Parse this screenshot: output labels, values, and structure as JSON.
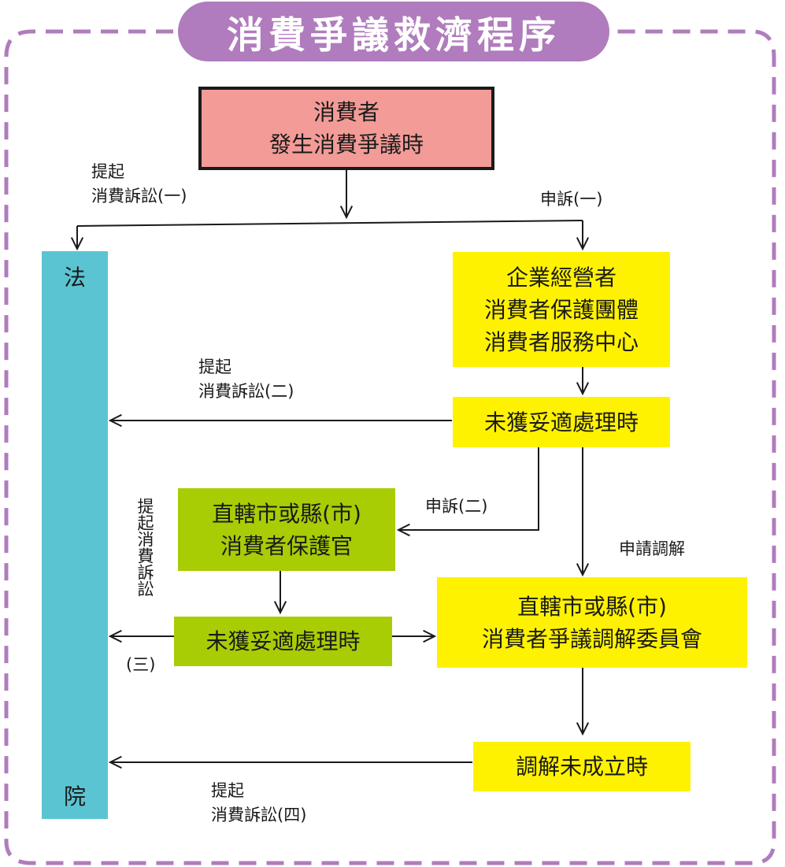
{
  "title": "消費爭議救濟程序",
  "colors": {
    "border_dash": "#b07cbd",
    "title_pill": "#b07cbd",
    "start_box": "#f29b97",
    "yellow_box": "#fff200",
    "green_box": "#a8cd05",
    "court": "#5bc4d2",
    "line": "#1a1a1a"
  },
  "start": {
    "line1": "消費者",
    "line2": "發生消費爭議時"
  },
  "court": {
    "top": "法",
    "bottom": "院"
  },
  "org_box": {
    "line1": "企業經營者",
    "line2": "消費者保護團體",
    "line3": "消費者服務中心"
  },
  "unresolved_1": "未獲妥適處理時",
  "officer_box": {
    "line1": "直轄市或縣(市)",
    "line2": "消費者保護官"
  },
  "unresolved_2": "未獲妥適處理時",
  "mediation_box": {
    "line1": "直轄市或縣(市)",
    "line2": "消費者爭議調解委員會"
  },
  "mediation_failed": "調解未成立時",
  "labels": {
    "lawsuit1": {
      "line1": "提起",
      "line2": "消費訴訟(一)"
    },
    "complaint1": "申訴(一)",
    "lawsuit2": {
      "line1": "提起",
      "line2": "消費訴訟(二)"
    },
    "complaint2": "申訴(二)",
    "apply_mediation": "申請調解",
    "lawsuit3_vertical": "提起消費訴訟",
    "lawsuit3_num": "(三)",
    "lawsuit4": {
      "line1": "提起",
      "line2": "消費訴訟(四)"
    }
  }
}
